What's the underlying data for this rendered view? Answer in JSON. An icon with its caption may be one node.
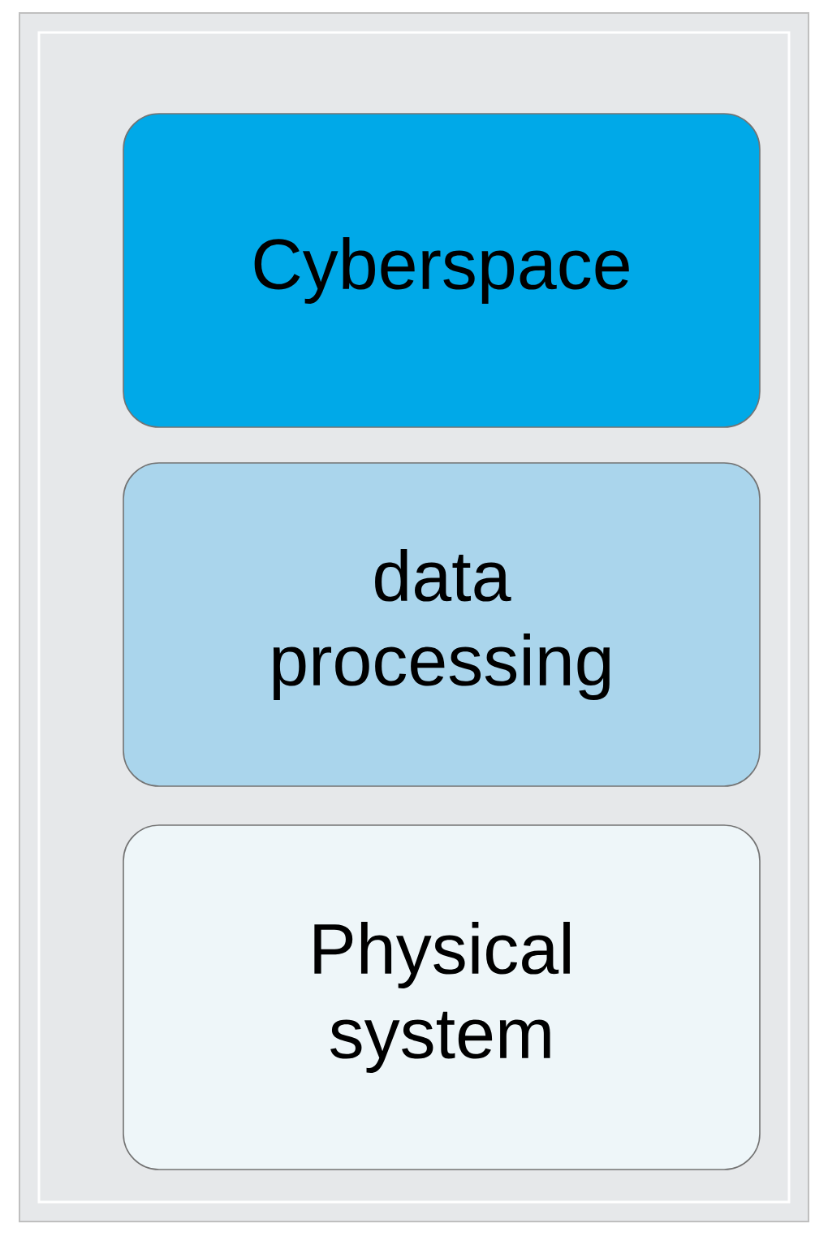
{
  "diagram": {
    "nodes": [
      {
        "text": [],
        "shape": "box"
      },
      {
        "text": [
          "Cyberspace"
        ],
        "in": 0
      },
      {
        "text": [
          "data processing"
        ],
        "in": 0
      },
      {
        "text": [
          "Physical system"
        ],
        "in": 0
      }
    ]
  }
}
